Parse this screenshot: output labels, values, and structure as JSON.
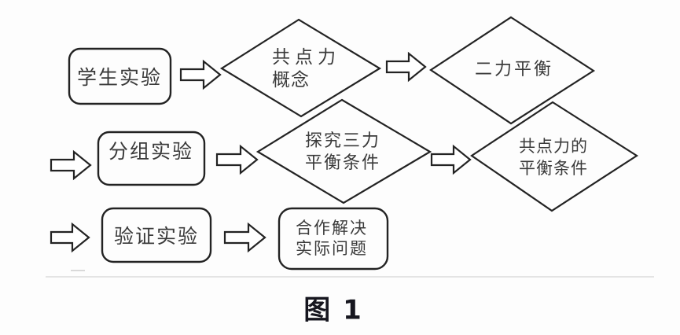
{
  "figure_caption": "图 1",
  "colors": {
    "stroke": "#232323",
    "node_text": "#3a3a3a",
    "background": "#fdfdfd",
    "caption_text": "#16161f",
    "faint_line": "#e4e4e4"
  },
  "nodes": {
    "student_experiment": {
      "shape": "rounded-rect",
      "label": "学生实验"
    },
    "concurrent_force_concept": {
      "shape": "diamond",
      "line1": "共点力",
      "line2": "概念"
    },
    "two_force_balance": {
      "shape": "diamond",
      "label": "二力平衡"
    },
    "group_experiment": {
      "shape": "rounded-rect",
      "label": "分组实验"
    },
    "explore_three_force_balance": {
      "shape": "diamond",
      "line1": "探究三力",
      "line2": "平衡条件"
    },
    "concurrent_force_balance_condition": {
      "shape": "diamond",
      "line1": "共点力的",
      "line2": "平衡条件"
    },
    "verification_experiment": {
      "shape": "rounded-rect",
      "label": "验证实验"
    },
    "cooperative_problem_solving": {
      "shape": "rounded-rect",
      "line1": "合作解决",
      "line2": "实际问题"
    }
  },
  "arrows": [
    {
      "style": "block-arrow",
      "from": "student_experiment",
      "to": "concurrent_force_concept"
    },
    {
      "style": "block-arrow",
      "from": "concurrent_force_concept",
      "to": "two_force_balance"
    },
    {
      "style": "block-arrow",
      "from": "left_margin",
      "to": "group_experiment"
    },
    {
      "style": "block-arrow",
      "from": "group_experiment",
      "to": "explore_three_force_balance"
    },
    {
      "style": "block-arrow",
      "from": "explore_three_force_balance",
      "to": "concurrent_force_balance_condition"
    },
    {
      "style": "block-arrow",
      "from": "left_margin",
      "to": "verification_experiment"
    },
    {
      "style": "block-arrow",
      "from": "verification_experiment",
      "to": "cooperative_problem_solving"
    }
  ]
}
